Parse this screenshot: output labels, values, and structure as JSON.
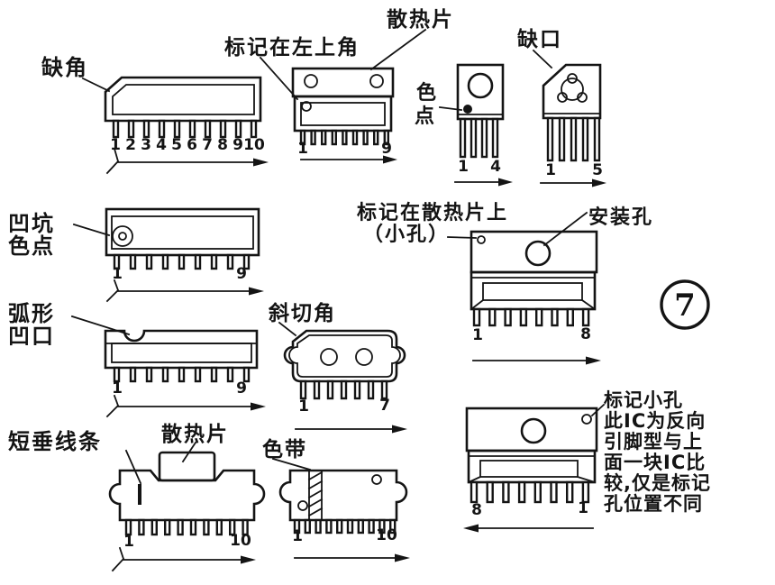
{
  "figure": {
    "number": "7",
    "ink_color": "#141414",
    "paper_color": "#ffffff"
  },
  "diagrams": {
    "a_notched_corner": {
      "label": "缺角",
      "pin_labels": [
        "1",
        "2",
        "3",
        "4",
        "5",
        "6",
        "7",
        "8",
        "9",
        "10"
      ]
    },
    "b_mark_upper_left": {
      "label": "标记在左上角",
      "heatsink_label": "散热片",
      "pin_first": "1",
      "pin_last": "9"
    },
    "c_color_dot": {
      "label_char1": "色",
      "label_char2": "点",
      "pin_first": "1",
      "pin_last": "4"
    },
    "d_notch": {
      "label": "缺口",
      "pin_first": "1",
      "pin_last": "5"
    },
    "e_pit_color_dot": {
      "label_line1": "凹坑",
      "label_line2": "色点",
      "pin_first": "1",
      "pin_last": "9"
    },
    "f_mark_on_heatsink": {
      "label_line1": "标记在散热片上",
      "label_line2": "（小孔）",
      "mounting_hole_label": "安装孔",
      "pin_first": "1",
      "pin_last": "8"
    },
    "g_arc_notch": {
      "label_line1": "弧形",
      "label_line2": "凹口",
      "pin_first": "1",
      "pin_last": "9"
    },
    "h_bevel_corner": {
      "label": "斜切角",
      "pin_first": "1",
      "pin_last": "7"
    },
    "i_short_bar": {
      "label": "短垂线条",
      "heatsink_label": "散热片",
      "pin_first": "1",
      "pin_last": "10"
    },
    "k_color_band": {
      "label": "色带",
      "pin_first": "1",
      "pin_last": "10"
    },
    "l_reverse_pin": {
      "note_lines": [
        "标记小孔",
        "此IC为反向",
        "引脚型与上",
        "面一块IC比",
        "较,仅是标记",
        "孔位置不同"
      ],
      "pin_first": "8",
      "pin_last": "1"
    }
  }
}
